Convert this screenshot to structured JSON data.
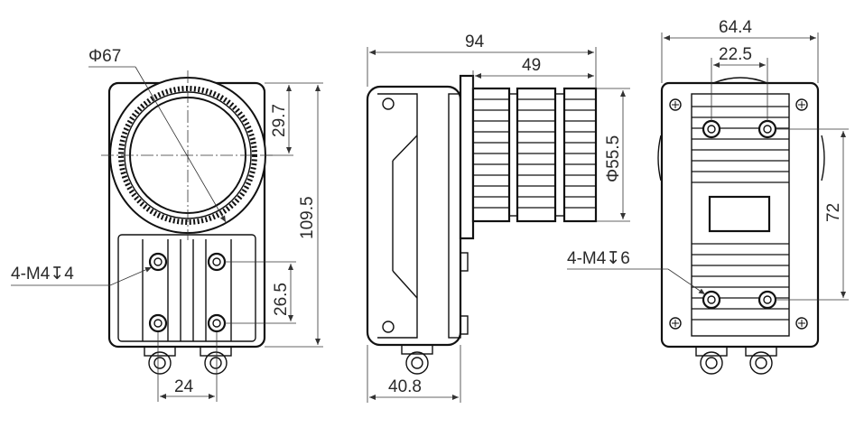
{
  "dimensions": {
    "front_lens_diameter": "Φ67",
    "front_top_offset": "29.7",
    "front_height": "109.5",
    "front_hole_label": "4-M4↧4",
    "front_hole_vertical": "26.5",
    "front_hole_horizontal": "24",
    "side_total_length": "94",
    "side_lens_length": "49",
    "side_lens_diameter": "Φ55.5",
    "side_body_depth": "40.8",
    "back_width": "64.4",
    "back_hole_horizontal": "22.5",
    "back_hole_vertical": "72",
    "back_hole_label": "4-M4↧6"
  }
}
